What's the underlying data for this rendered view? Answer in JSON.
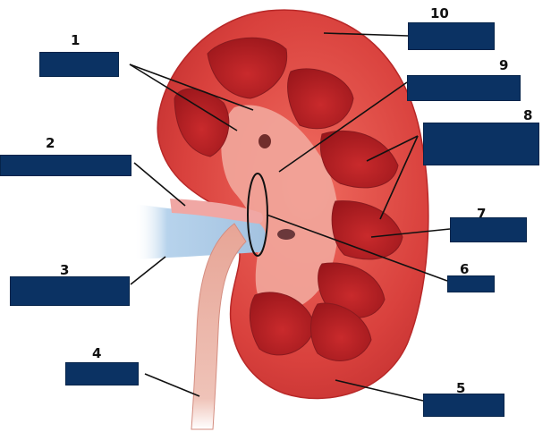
{
  "diagram": {
    "labels": [
      {
        "number": "1"
      },
      {
        "number": "2"
      },
      {
        "number": "3"
      },
      {
        "number": "4"
      },
      {
        "number": "5"
      },
      {
        "number": "6"
      },
      {
        "number": "7"
      },
      {
        "number": "8"
      },
      {
        "number": "9"
      },
      {
        "number": "10"
      }
    ]
  },
  "colors": {
    "label_box": "#0b3263",
    "cortex": "#d63a3a",
    "medulla": "#b01e22",
    "calyx": "#f4b1a8",
    "vein": "#a9c9e6",
    "ureter": "#e8a89a",
    "leader_line": "#111111"
  }
}
